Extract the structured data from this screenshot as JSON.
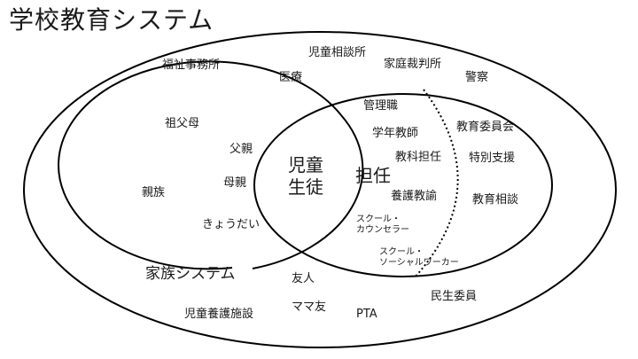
{
  "title": "学校教育システム",
  "outer_labels": {
    "welfare_office": "福祉事務所",
    "medical": "医療",
    "child_consultation": "児童相談所",
    "family_court": "家庭裁判所",
    "police": "警察",
    "child_welfare_facility": "児童養護施設",
    "mama_tomo": "ママ友",
    "pta": "PTA",
    "welfare_commissioner": "民生委員"
  },
  "family": {
    "system_label": "家族システム",
    "grandparents": "祖父母",
    "father": "父親",
    "mother": "母親",
    "relatives": "親族",
    "siblings": "きょうだい"
  },
  "center": {
    "line1": "児童",
    "line2": "生徒"
  },
  "friend": "友人",
  "school": {
    "homeroom_teacher": "担任",
    "management": "管理職",
    "grade_head": "学年教師",
    "subject_teacher": "教科担任",
    "nurse_teacher": "養護教諭",
    "counselor_line1": "スクール・",
    "counselor_line2": "カウンセラー",
    "social_worker_line1": "スクール・",
    "social_worker_line2": "ソーシャルワーカー",
    "education_committee": "教育委員会",
    "special_support": "特別支援",
    "education_consultation": "教育相談"
  }
}
